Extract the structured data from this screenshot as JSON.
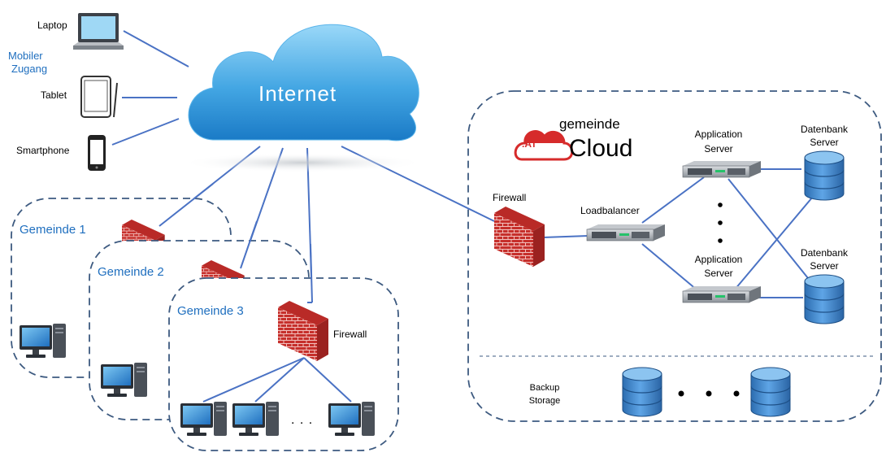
{
  "cloud": {
    "label": "Internet"
  },
  "mobile": {
    "group_label": [
      "Mobiler",
      "Zugang"
    ],
    "devices": [
      "Laptop",
      "Tablet",
      "Smartphone"
    ]
  },
  "gemeinden": {
    "names": [
      "Gemeinde 1",
      "Gemeinde 2",
      "Gemeinde 3"
    ],
    "firewall_label": "Firewall",
    "ellipsis": ". . ."
  },
  "gemeinde_cloud": {
    "logo": {
      "badge_text": ".AT",
      "word_top": "gemeinde",
      "word_bottom": "Cloud"
    },
    "firewall_label": "Firewall",
    "loadbalancer_label": "Loadbalancer",
    "app_server_label": [
      "Application",
      "Server"
    ],
    "db_server_label": [
      "Datenbank",
      "Server"
    ],
    "backup_label": [
      "Backup",
      "Storage"
    ]
  },
  "colors": {
    "link": "#4a72c4",
    "group_border": "#3d5a80",
    "group_text": "#1f6fbf",
    "cloud_top": "#8fd3f7",
    "cloud_bottom": "#1f84d1",
    "firewall": "#c9302c",
    "database": "#2e75b6"
  }
}
